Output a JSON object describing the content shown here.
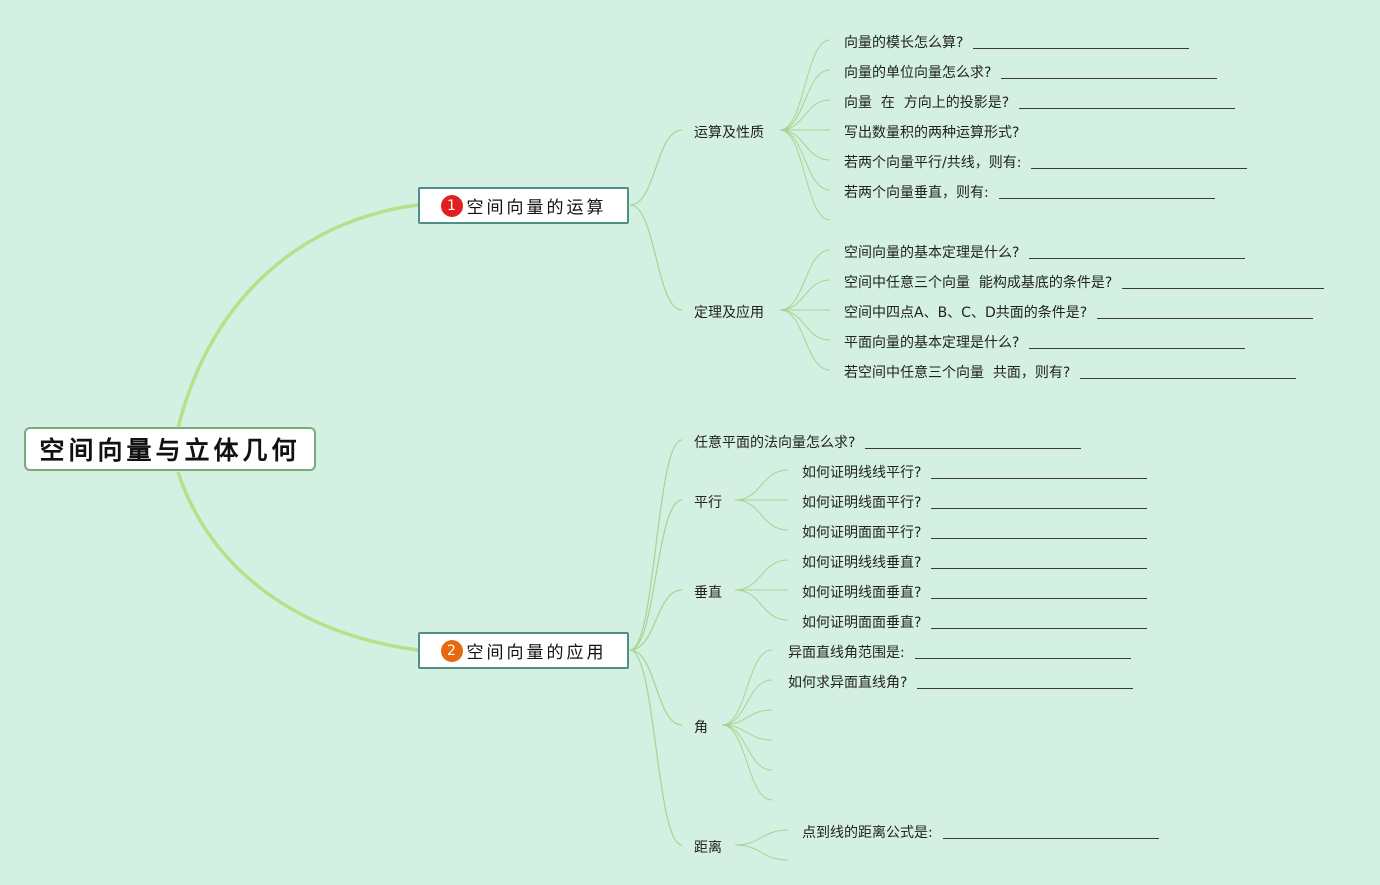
{
  "root": {
    "title": "空间向量与立体几何"
  },
  "branches": [
    {
      "number": "1",
      "badge_color": "#e02020",
      "title": "空间向量的运算",
      "subs": [
        {
          "label": "运算及性质",
          "items": [
            "向量的模长怎么算?",
            "向量的单位向量怎么求?",
            "向量  在  方向上的投影是?",
            "写出数量积的两种运算形式?",
            "若两个向量平行/共线，则有:",
            "若两个向量垂直，则有:"
          ]
        },
        {
          "label": "定理及应用",
          "items": [
            "空间向量的基本定理是什么?",
            "空间中任意三个向量  能构成基底的条件是?",
            "空间中四点A、B、C、D共面的条件是?",
            "平面向量的基本定理是什么?",
            "若空间中任意三个向量  共面，则有?"
          ]
        }
      ]
    },
    {
      "number": "2",
      "badge_color": "#e86a10",
      "title": "空间向量的应用",
      "subs": [
        {
          "label": "任意平面的法向量怎么求?",
          "items": []
        },
        {
          "label": "平行",
          "items": [
            "如何证明线线平行?",
            "如何证明线面平行?",
            "如何证明面面平行?"
          ]
        },
        {
          "label": "垂直",
          "items": [
            "如何证明线线垂直?",
            "如何证明线面垂直?",
            "如何证明面面垂直?"
          ]
        },
        {
          "label": "角",
          "items": [
            "异面直线角范围是:",
            "如何求异面直线角?"
          ]
        },
        {
          "label": "距离",
          "items": [
            "点到线的距离公式是:"
          ]
        }
      ]
    }
  ],
  "colors": {
    "background": "#d4f0e2",
    "main_line": "#b8e08a",
    "branch_line": "#a8d490"
  }
}
